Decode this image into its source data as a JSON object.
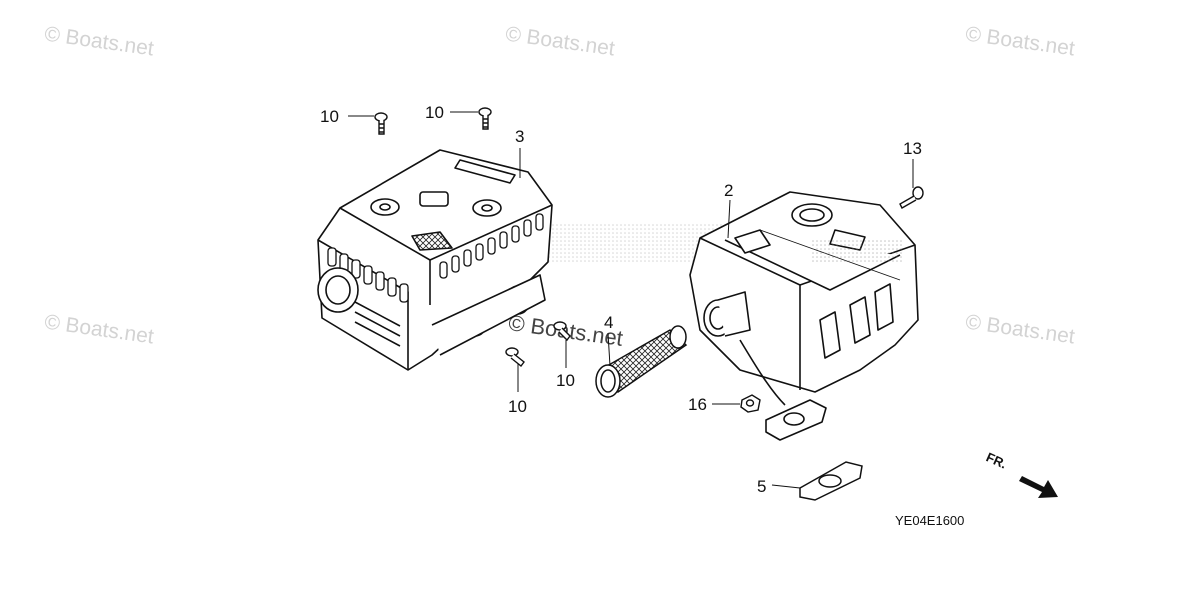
{
  "watermark": "© Boats.net",
  "callouts": {
    "c10a": "10",
    "c10b": "10",
    "c3": "3",
    "c2": "2",
    "c13": "13",
    "c4": "4",
    "c10c": "10",
    "c10d": "10",
    "c16": "16",
    "c5": "5"
  },
  "diagram_code": "YE04E1600",
  "front_label": "FR."
}
